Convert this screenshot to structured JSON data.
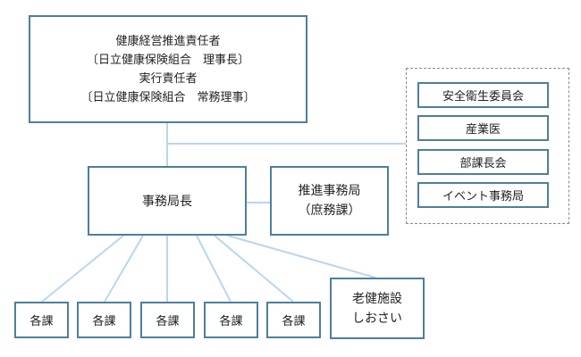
{
  "top_box": {
    "line1": "健康経営推進責任者",
    "line2": "〔日立健康保険組合　理事長〕",
    "line3": "実行責任者",
    "line4": "〔日立健康保険組合　常務理事〕"
  },
  "committees": [
    "安全衛生委員会",
    "産業医",
    "部課長会",
    "イベント事務局"
  ],
  "director": {
    "label": "事務局長"
  },
  "promotion_office": {
    "line1": "推進事務局",
    "line2": "（庶務課）"
  },
  "units": [
    "各課",
    "各課",
    "各課",
    "各課",
    "各課"
  ],
  "facility": {
    "line1": "老健施設",
    "line2": "しおさい"
  },
  "colors": {
    "box_border": "#4d7f9c",
    "connector": "#b9d6ee",
    "panel_border": "#8a8a8a"
  }
}
